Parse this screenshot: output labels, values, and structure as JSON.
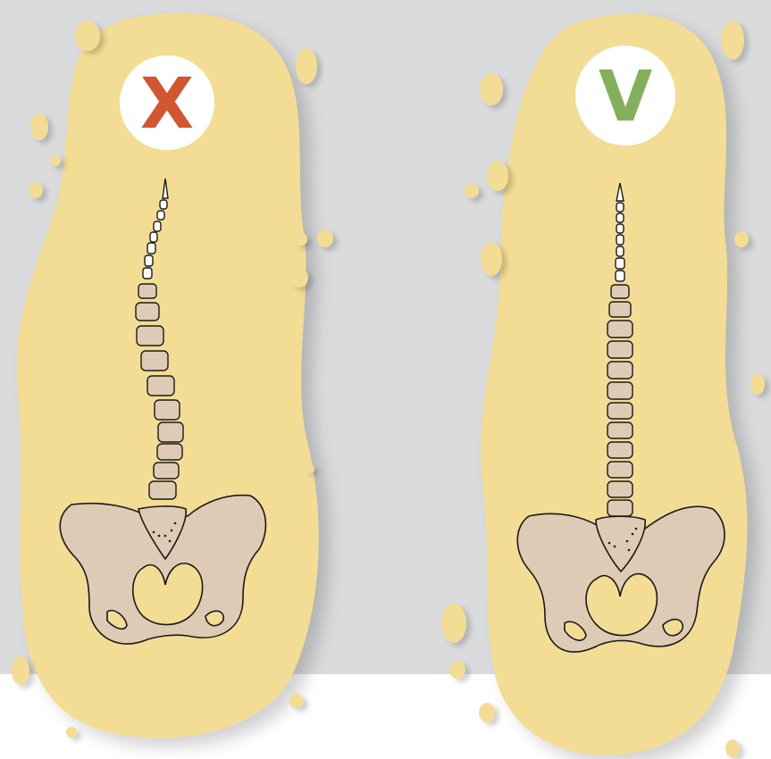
{
  "panels": [
    {
      "id": "incorrect",
      "symbol": "X",
      "symbol_color": "#d2562f"
    },
    {
      "id": "correct",
      "symbol": "V",
      "symbol_color": "#84b05b"
    }
  ],
  "colors": {
    "background": "#d9dbdd",
    "floor": "#ffffff",
    "blob": "#f3dc93",
    "bone_fill": "#ddcbb5",
    "bone_stroke": "#1a1a1a",
    "badge": "#ffffff"
  }
}
